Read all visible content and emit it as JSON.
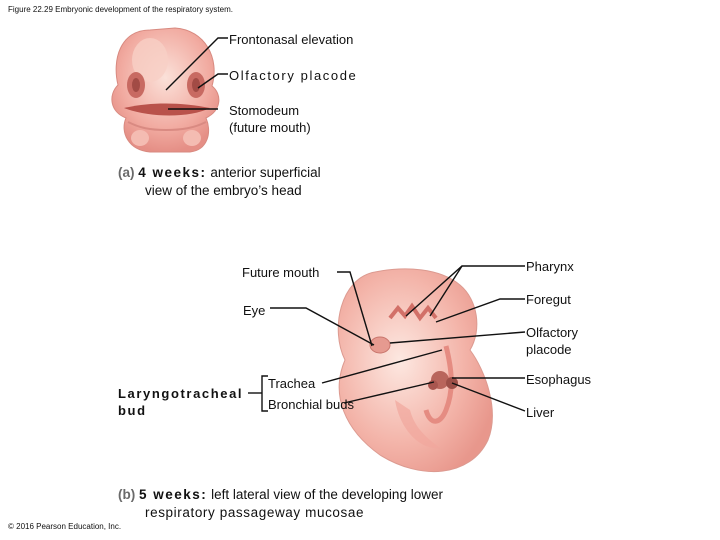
{
  "figure_title": "Figure 22.29 Embryonic development of the respiratory system.",
  "panel_a": {
    "labels": {
      "frontonasal": "Frontonasal elevation",
      "olfactory": "Olfactory placode",
      "stomodeum_1": "Stomodeum",
      "stomodeum_2": "(future mouth)"
    },
    "caption": {
      "tag": "(a)",
      "bold": "4 weeks:",
      "text_1": "anterior superficial",
      "text_2": "view of the embryo’s head"
    }
  },
  "panel_b": {
    "labels": {
      "future_mouth": "Future mouth",
      "eye": "Eye",
      "pharynx": "Pharynx",
      "foregut": "Foregut",
      "olfactory_1": "Olfactory",
      "olfactory_2": "placode",
      "esophagus": "Esophagus",
      "liver": "Liver",
      "trachea": "Trachea",
      "bronchial": "Bronchial buds",
      "laryngo_1": "Laryngotracheal",
      "laryngo_2": "bud"
    },
    "caption": {
      "tag": "(b)",
      "bold": "5 weeks:",
      "text_1": "left lateral view of the developing lower",
      "text_2": "respiratory passageway mucosae"
    }
  },
  "copyright": "© 2016 Pearson Education, Inc."
}
